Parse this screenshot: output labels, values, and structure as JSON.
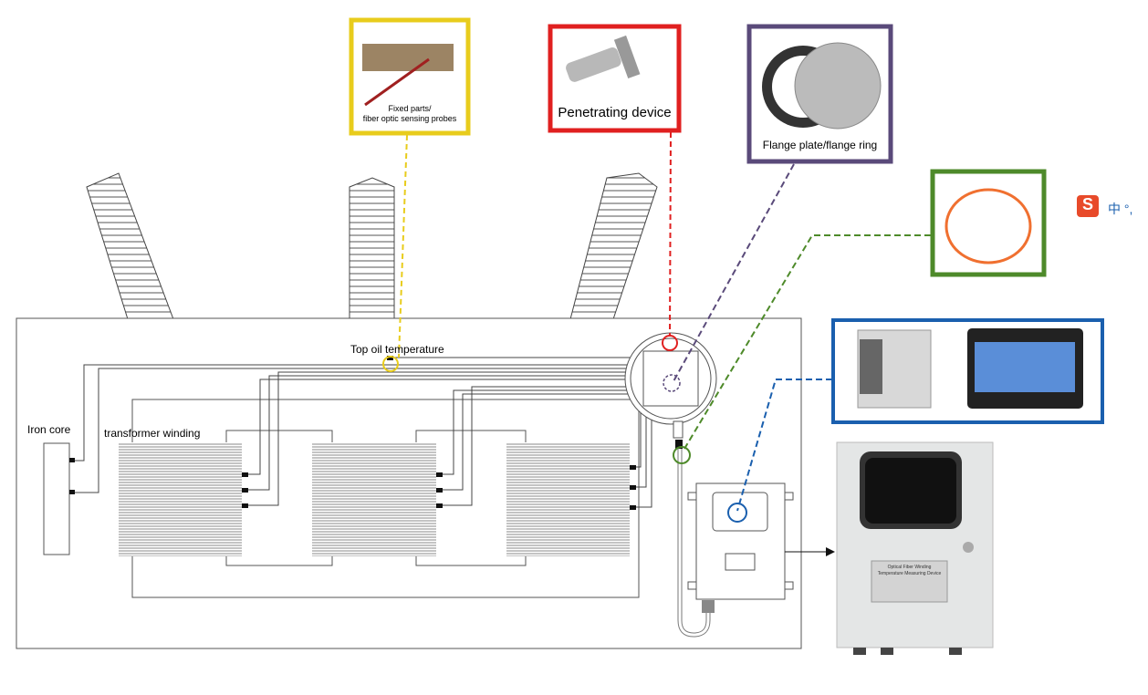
{
  "labels": {
    "top_oil": "Top oil temperature",
    "iron_core": "Iron core",
    "winding": "transformer winding"
  },
  "callouts": {
    "probe": {
      "line1": "Fixed parts/",
      "line2": "fiber optic sensing probes",
      "color": "#e8cc1c"
    },
    "penetrating": {
      "text": "Penetrating device",
      "color": "#e02020"
    },
    "flange": {
      "text": "Flange plate/flange ring",
      "color": "#5a4a7a"
    },
    "fiber": {
      "color": "#4e8a2a"
    },
    "devices": {
      "color": "#1a5fae"
    }
  },
  "nameplate": {
    "line1": "Optical Fiber Winding",
    "line2": "Temperature Measuring Device"
  },
  "ime": {
    "logo": "S",
    "text": "中 °,"
  }
}
